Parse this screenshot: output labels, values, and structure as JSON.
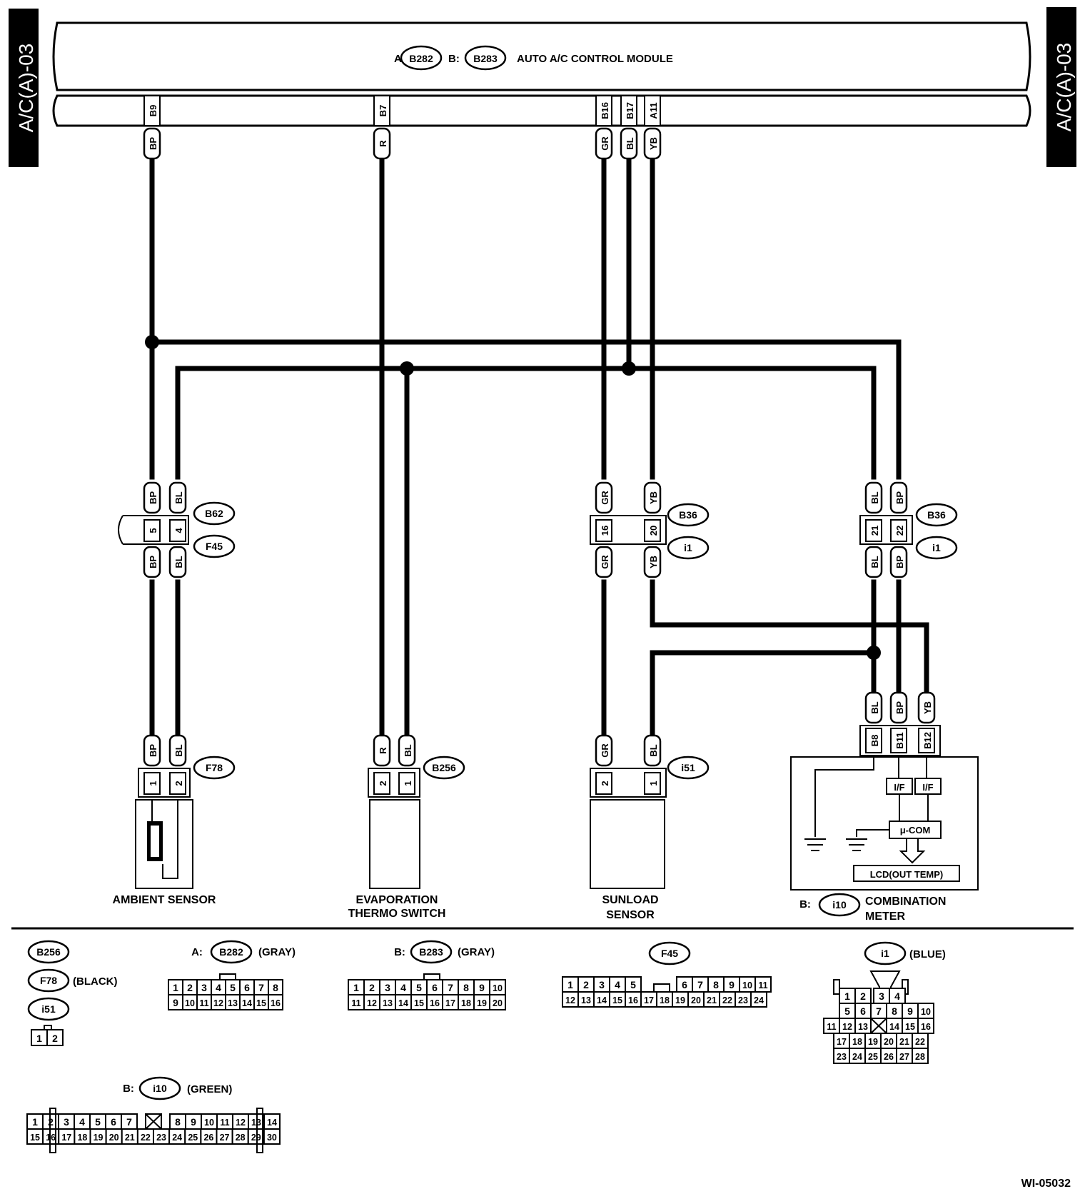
{
  "page_code": "A/C(A)-03",
  "figure_id": "WI-05032",
  "module": {
    "a_prefix": "A:",
    "a_connector": "B282",
    "b_prefix": "B:",
    "b_connector": "B283",
    "name": "AUTO A/C CONTROL MODULE",
    "terminals": [
      "B9",
      "B7",
      "B16",
      "B17",
      "A11"
    ],
    "wire_colors": [
      "BP",
      "R",
      "GR",
      "BL",
      "YB"
    ]
  },
  "junction_left": {
    "upper_connector": "B62",
    "lower_connector": "F45",
    "pins": [
      "5",
      "4"
    ],
    "upper_colors": [
      "BP",
      "BL"
    ],
    "lower_colors": [
      "BP",
      "BL"
    ]
  },
  "junction_mid": {
    "upper_connector": "B36",
    "lower_connector": "i1",
    "pins": [
      "16",
      "20"
    ],
    "upper_colors": [
      "GR",
      "YB"
    ],
    "lower_colors": [
      "GR",
      "YB"
    ]
  },
  "junction_right": {
    "upper_connector": "B36",
    "lower_connector": "i1",
    "pins": [
      "21",
      "22"
    ],
    "upper_colors": [
      "BL",
      "BP"
    ],
    "lower_colors": [
      "BL",
      "BP"
    ]
  },
  "ambient_sensor": {
    "connector": "F78",
    "pins": [
      "1",
      "2"
    ],
    "colors": [
      "BP",
      "BL"
    ],
    "label": "AMBIENT SENSOR"
  },
  "evap_switch": {
    "connector": "B256",
    "pins": [
      "2",
      "1"
    ],
    "colors": [
      "R",
      "BL"
    ],
    "label_line1": "EVAPORATION",
    "label_line2": "THERMO SWITCH"
  },
  "sunload_sensor": {
    "connector": "i51",
    "pins": [
      "2",
      "1"
    ],
    "colors": [
      "GR",
      "BL"
    ],
    "label_line1": "SUNLOAD",
    "label_line2": "SENSOR"
  },
  "combination_meter": {
    "prefix": "B:",
    "connector": "i10",
    "label_line1": "COMBINATION",
    "label_line2": "METER",
    "terminals": [
      "B8",
      "B11",
      "B12"
    ],
    "colors": [
      "BL",
      "BP",
      "YB"
    ],
    "if_label": "I/F",
    "mcom_label": "μ-COM",
    "lcd_label": "LCD(OUT TEMP)"
  },
  "legend": {
    "small_group": {
      "connectors": [
        "B256",
        "F78",
        "i51"
      ],
      "f78_color": "(BLACK)",
      "pins": [
        "1",
        "2"
      ]
    },
    "b282": {
      "prefix": "A:",
      "connector": "B282",
      "color": "(GRAY)",
      "row1": [
        "1",
        "2",
        "3",
        "4",
        "5",
        "6",
        "7",
        "8"
      ],
      "row2": [
        "9",
        "10",
        "11",
        "12",
        "13",
        "14",
        "15",
        "16"
      ]
    },
    "b283": {
      "prefix": "B:",
      "connector": "B283",
      "color": "(GRAY)",
      "row1": [
        "1",
        "2",
        "3",
        "4",
        "5",
        "6",
        "7",
        "8",
        "9",
        "10"
      ],
      "row2": [
        "11",
        "12",
        "13",
        "14",
        "15",
        "16",
        "17",
        "18",
        "19",
        "20"
      ]
    },
    "f45": {
      "connector": "F45",
      "row1a": [
        "1",
        "2",
        "3",
        "4",
        "5"
      ],
      "row1b": [
        "6",
        "7",
        "8",
        "9",
        "10",
        "11"
      ],
      "row2": [
        "12",
        "13",
        "14",
        "15",
        "16",
        "17",
        "18",
        "19",
        "20",
        "21",
        "22",
        "23",
        "24"
      ]
    },
    "i1": {
      "connector": "i1",
      "color": "(BLUE)",
      "row1a": [
        "1",
        "2"
      ],
      "row1b": [
        "3",
        "4"
      ],
      "row2": [
        "5",
        "6",
        "7",
        "8",
        "9",
        "10"
      ],
      "row3a": [
        "11",
        "12",
        "13"
      ],
      "row3b": [
        "14",
        "15",
        "16"
      ],
      "row4": [
        "17",
        "18",
        "19",
        "20",
        "21",
        "22"
      ],
      "row5": [
        "23",
        "24",
        "25",
        "26",
        "27",
        "28"
      ]
    },
    "i10": {
      "prefix": "B:",
      "connector": "i10",
      "color": "(GREEN)",
      "row1a": [
        "1",
        "2",
        "3",
        "4",
        "5",
        "6",
        "7"
      ],
      "row1b": [
        "8",
        "9",
        "10",
        "11",
        "12",
        "13",
        "14"
      ],
      "row2": [
        "15",
        "16",
        "17",
        "18",
        "19",
        "20",
        "21",
        "22",
        "23",
        "24",
        "25",
        "26",
        "27",
        "28",
        "29",
        "30"
      ]
    }
  }
}
